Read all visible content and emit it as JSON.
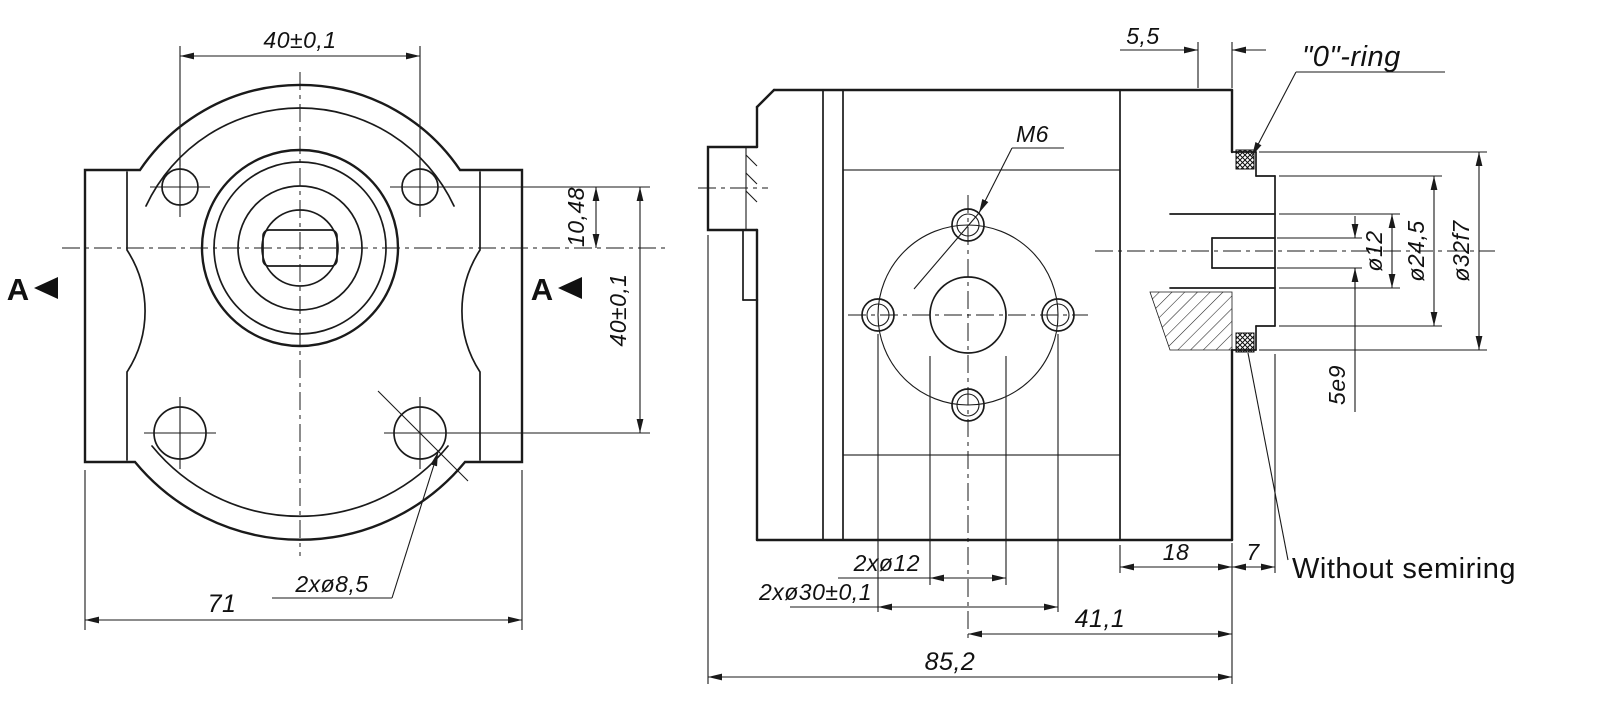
{
  "front": {
    "dim_top": "40±0,1",
    "dim_right": "40±0,1",
    "dim_offset": "10,48",
    "dim_width": "71",
    "label_holes": "2xø8,5",
    "section_a_left": "A",
    "section_a_right": "A"
  },
  "side": {
    "dim_flange": "5,5",
    "label_oring": "\"0\"-ring",
    "label_thread": "M6",
    "dim_shaft": "ø12",
    "dim_pilot": "ø24,5",
    "dim_spigot": "ø32f7",
    "dim_key": "5e9",
    "dim_18": "18",
    "dim_7": "7",
    "note": "Without semiring",
    "dim_ports": "2xø12",
    "dim_boltcircle": "2xø30±0,1",
    "dim_41": "41,1",
    "dim_85": "85,2"
  }
}
